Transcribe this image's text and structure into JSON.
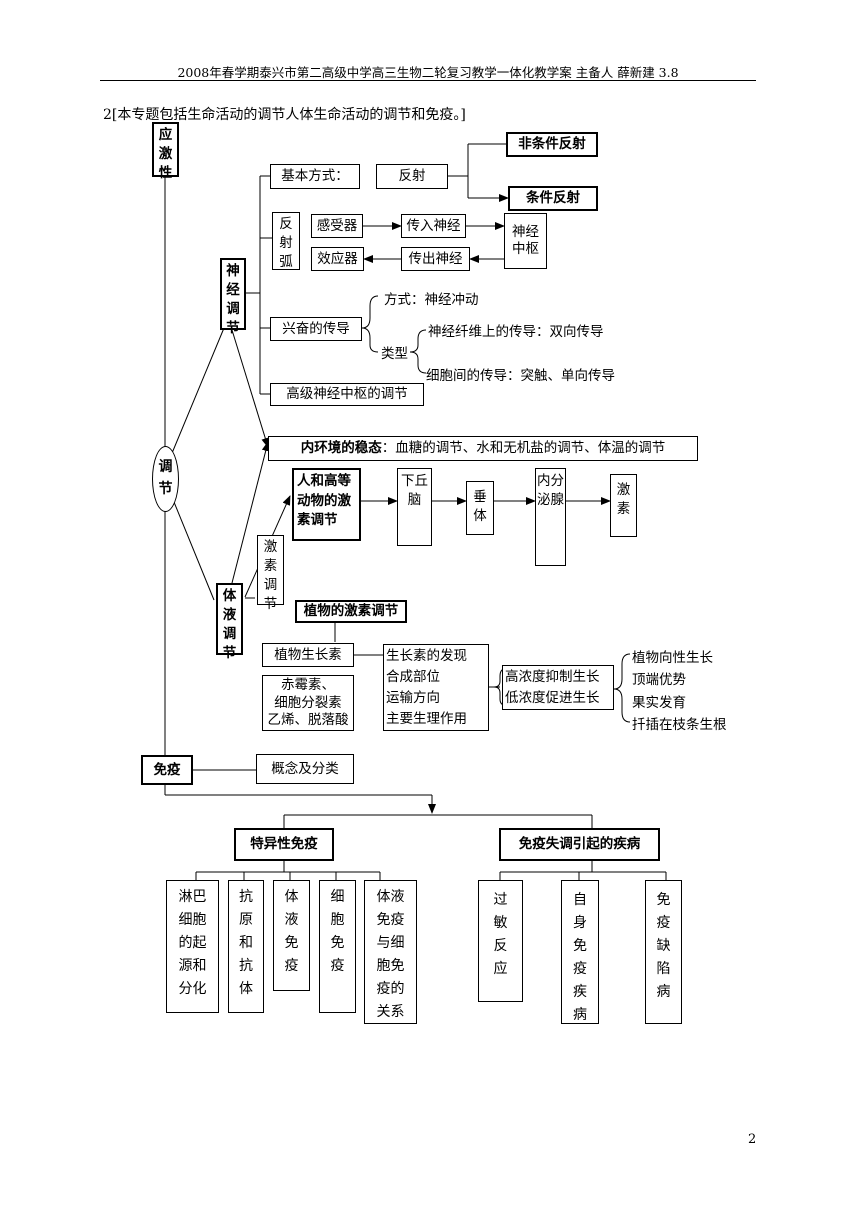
{
  "header": "2008年春学期泰兴市第二高级中学高三生物二轮复习教学一体化教学案  主备人  薛新建    3.8",
  "intro": "2[本专题包括生命活动的调节人体生命活动的调节和免疫。]",
  "page_number": "2",
  "nodes": {
    "stress": "应激性",
    "regulation": "调节",
    "immunity": "免疫",
    "neural": "神经调节",
    "humoral": "体液调节",
    "basic_mode": "基本方式：",
    "reflex": "反射",
    "unconditioned": "非条件反射",
    "conditioned": "条件反射",
    "reflex_arc": "反射弧",
    "receptor": "感受器",
    "afferent": "传入神经",
    "center": "神经中枢",
    "effector": "效应器",
    "efferent": "传出神经",
    "conduction": "兴奋的传导",
    "mode_text": "方式：神经冲动",
    "type_text": "类型",
    "fiber_text": "神经纤维上的传导：双向传导",
    "cell_text": "细胞间的传导：突触、单向传导",
    "higher_center": "高级神经中枢的调节",
    "homeostasis_bold": "内环境的稳态",
    "homeostasis_rest": "：血糖的调节、水和无机盐的调节、体温的调节",
    "animal_hormone": "人和高等动物的激素调节",
    "hormone_reg": "激素调节",
    "hypothalamus": "下丘脑",
    "pituitary": "垂体",
    "endocrine": "内分泌腺",
    "hormone": "激素",
    "plant_hormone": "植物的激素调节",
    "auxin": "植物生长素",
    "other_hormones": [
      "赤霉素、",
      "细胞分裂素",
      "乙烯、脱落酸"
    ],
    "auxin_items": [
      "生长素的发现",
      "合成部位",
      "运输方向",
      "主要生理作用"
    ],
    "concentration": [
      "高浓度抑制生长",
      "低浓度促进生长"
    ],
    "applications": [
      "植物向性生长",
      "顶端优势",
      "果实发育",
      "扦插在枝条生根"
    ],
    "concept": "概念及分类",
    "specific_immunity": "特异性免疫",
    "immune_disorder": "免疫失调引起的疾病",
    "lymph": "淋巴细胞的起源和分化",
    "antigen": "抗原和抗体",
    "humoral_imm": "体液免疫",
    "cell_imm": "细胞免疫",
    "relation": "体液免疫与细胞免疫的关系",
    "allergy": "过敏反应",
    "autoimmune": "自身免疫疾病",
    "immunodeficiency": "免疫缺陷病"
  }
}
